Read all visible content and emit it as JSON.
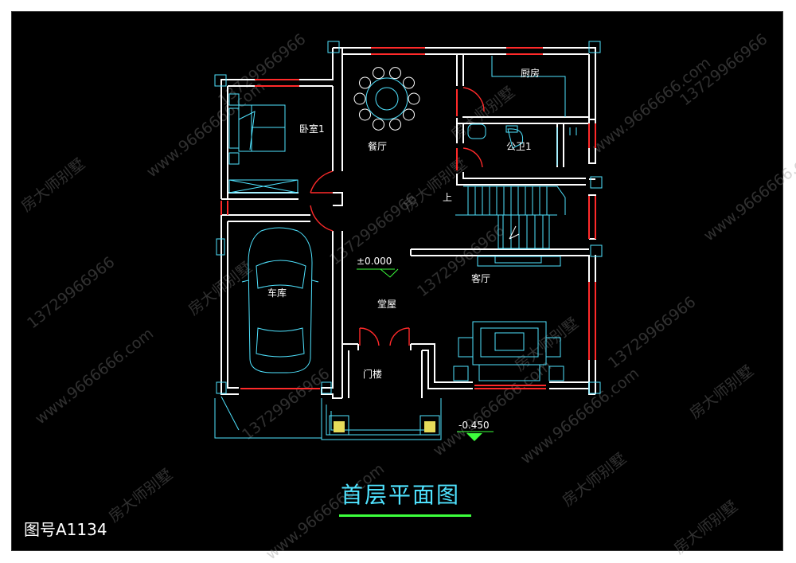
{
  "drawing": {
    "title": "首层平面图",
    "drawing_number": "图号A1134",
    "watermarks": [
      "房大师别墅",
      "13729966966",
      "www.9666666.com"
    ]
  },
  "rooms": {
    "bedroom": "卧室1",
    "dining": "餐厅",
    "kitchen": "厨房",
    "bathroom": "公卫1",
    "garage": "车库",
    "living": "客厅",
    "hall": "堂屋",
    "porch": "门楼",
    "stair_up": "上"
  },
  "levels": {
    "floor": "±0.000",
    "outdoor": "-0.450"
  },
  "colors": {
    "wall": "#ffffff",
    "window": "#ff2a2a",
    "fixture": "#4fe3ff",
    "title": "#4fe3ff",
    "underline": "#3cff3c",
    "level_marker": "#3cff3c",
    "watermark": "#8a8a8a"
  }
}
